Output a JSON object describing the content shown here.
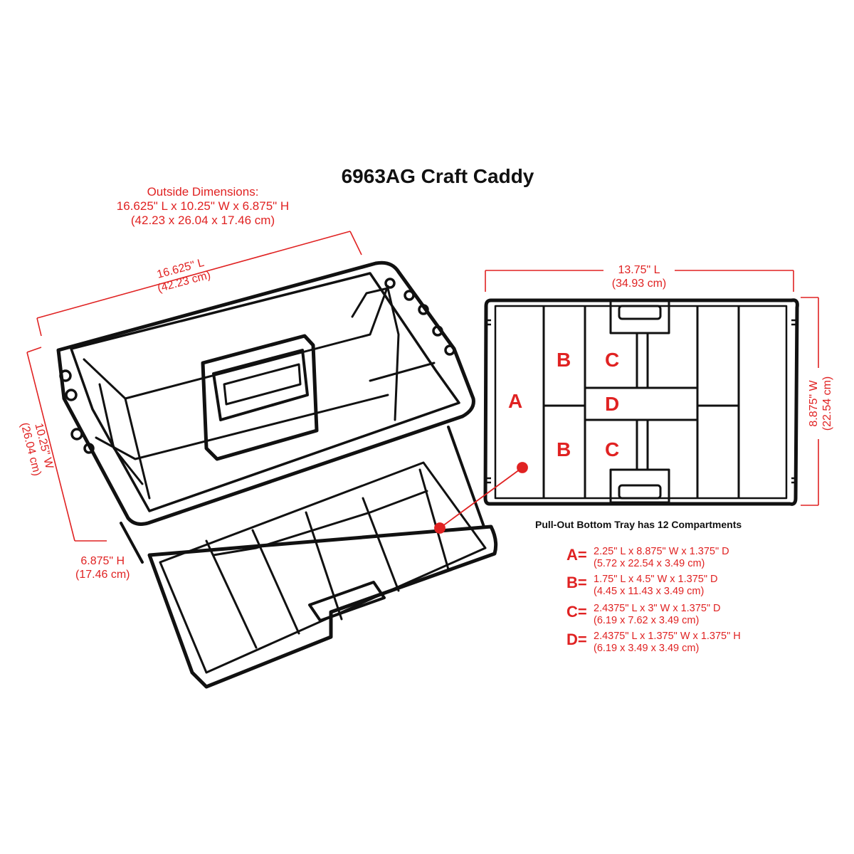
{
  "title": "6963AG Craft Caddy",
  "outside": {
    "heading": "Outside Dimensions:",
    "line1": "16.625\" L x 10.25\" W x 6.875\" H",
    "line2": "(42.23 x 26.04 x 17.46 cm)"
  },
  "caddy_dims": {
    "length": "16.625\" L",
    "length_cm": "(42.23 cm)",
    "width": "10.25\" W",
    "width_cm": "(26.04 cm)",
    "height": "6.875\" H",
    "height_cm": "(17.46 cm)"
  },
  "tray_dims": {
    "length": "13.75\" L",
    "length_cm": "(34.93 cm)",
    "width": "8.875\" W",
    "width_cm": "(22.54 cm)"
  },
  "compartment_labels": {
    "a": "A",
    "b": "B",
    "c": "C",
    "d": "D"
  },
  "tray_heading": "Pull-Out Bottom Tray has 12 Compartments",
  "specs": [
    {
      "letter": "A=",
      "line1": "2.25\" L x 8.875\" W x 1.375\" D",
      "line2": "(5.72 x 22.54 x 3.49 cm)"
    },
    {
      "letter": "B=",
      "line1": "1.75\" L x 4.5\" W x 1.375\" D",
      "line2": "(4.45 x 11.43 x 3.49 cm)"
    },
    {
      "letter": "C=",
      "line1": "2.4375\" L x 3\" W x 1.375\" D",
      "line2": "(6.19 x 7.62 x 3.49 cm)"
    },
    {
      "letter": "D=",
      "line1": "2.4375\" L x 1.375\" W x 1.375\" H",
      "line2": "(6.19 x 3.49 x 3.49 cm)"
    }
  ],
  "colors": {
    "accent": "#e02222",
    "outline": "#111111"
  }
}
